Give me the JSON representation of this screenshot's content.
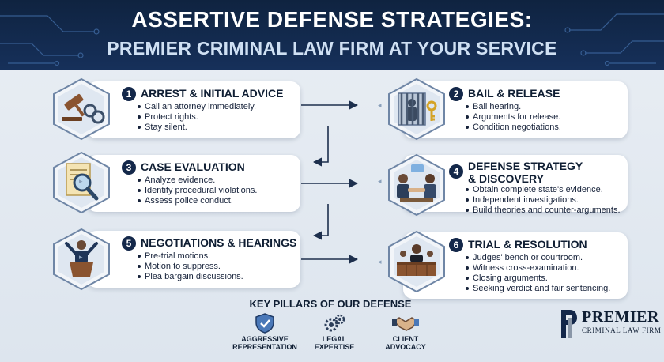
{
  "header": {
    "title": "ASSERTIVE DEFENSE STRATEGIES:",
    "subtitle": "PREMIER CRIMINAL LAW FIRM AT YOUR SERVICE"
  },
  "steps": [
    {
      "number": "1",
      "title": "ARREST & INITIAL ADVICE",
      "icon": "gavel-handcuffs-icon",
      "items": [
        "Call an attorney immediately.",
        "Protect rights.",
        "Stay silent."
      ]
    },
    {
      "number": "2",
      "title": "BAIL & RELEASE",
      "icon": "jail-cell-key-icon",
      "items": [
        "Bail hearing.",
        "Arguments for release.",
        "Condition negotiations."
      ]
    },
    {
      "number": "3",
      "title": "CASE EVALUATION",
      "icon": "document-magnifier-icon",
      "items": [
        "Analyze evidence.",
        "Identify procedural violations.",
        "Assess police conduct."
      ]
    },
    {
      "number": "4",
      "title_line1": "DEFENSE STRATEGY",
      "title_line2": "& DISCOVERY",
      "icon": "meeting-handshake-icon",
      "items": [
        "Obtain complete state's evidence.",
        "Independent investigations.",
        "Build theories and counter-arguments."
      ]
    },
    {
      "number": "5",
      "title": "NEGOTIATIONS & HEARINGS",
      "icon": "speaker-podium-icon",
      "items": [
        "Pre-trial motions.",
        "Motion to suppress.",
        "Plea bargain discussions."
      ]
    },
    {
      "number": "6",
      "title": "TRIAL & RESOLUTION",
      "icon": "courtroom-bench-icon",
      "items": [
        "Judges' bench or courtroom.",
        "Witness cross-examination.",
        "Closing arguments.",
        "Seeking verdict and fair sentencing."
      ]
    }
  ],
  "pillars": {
    "title": "KEY PILLARS OF OUR DEFENSE",
    "items": [
      {
        "label": "AGGRESSIVE\nREPRESENTATION",
        "icon": "shield-check-icon"
      },
      {
        "label": "LEGAL\nEXPERTISE",
        "icon": "gears-icon"
      },
      {
        "label": "CLIENT\nADVOCACY",
        "icon": "handshake-icon"
      }
    ]
  },
  "logo": {
    "brand": "PREMIER",
    "tagline": "CRIMINAL LAW FIRM"
  },
  "colors": {
    "navy": "#14284a",
    "header_bg": "#0f2340",
    "accent_blue": "#4a78b8"
  }
}
